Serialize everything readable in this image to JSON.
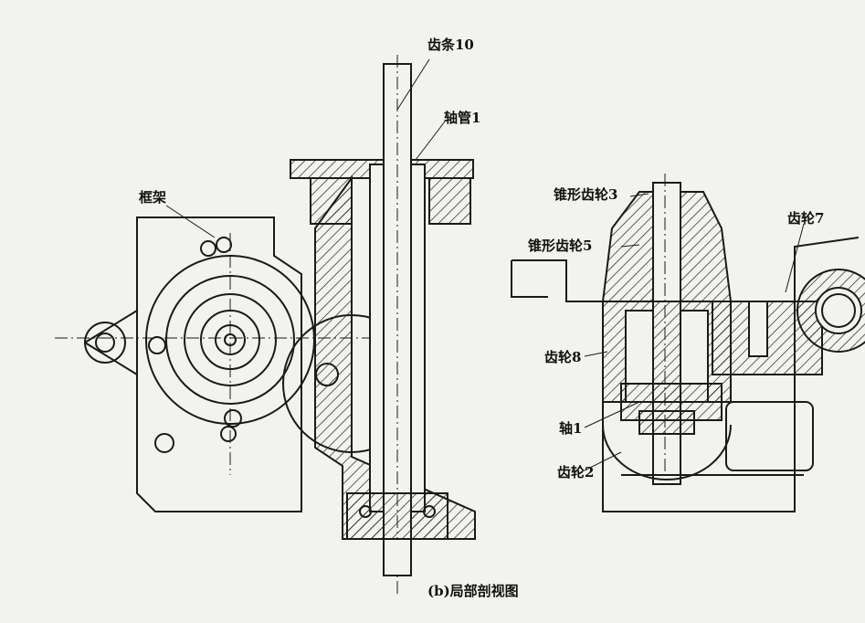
{
  "labels": {
    "rack": "齿条10",
    "tube": "轴管1",
    "frame": "框架",
    "bevel_gear_3": "锥形齿轮3",
    "gear_7": "齿轮7",
    "bevel_gear_5": "锥形齿轮5",
    "gear_8": "齿轮8",
    "shaft": "轴1",
    "gear_2": "齿轮2"
  },
  "caption": "(b)局部剖视图"
}
